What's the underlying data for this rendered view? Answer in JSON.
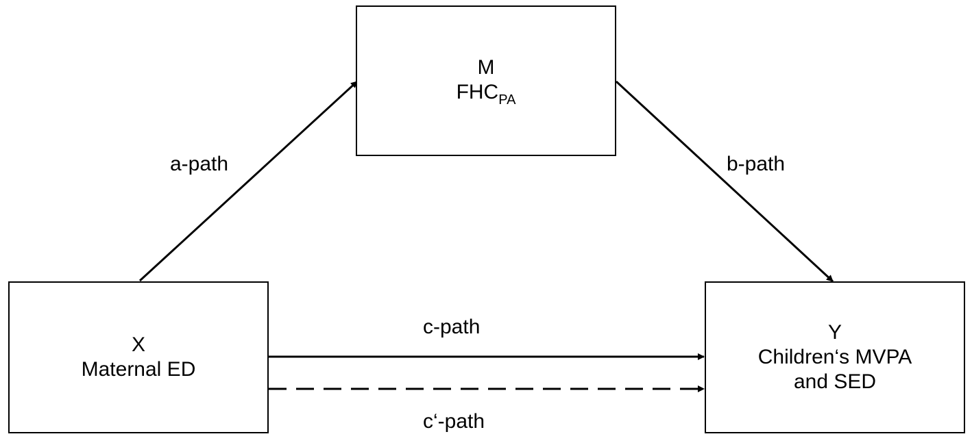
{
  "nodes": {
    "m": {
      "letter": "M",
      "name": "FHC",
      "name_subscript": "PA"
    },
    "x": {
      "letter": "X",
      "name": "Maternal ED"
    },
    "y": {
      "letter": "Y",
      "name_line1": "Children‘s MVPA",
      "name_line2": "and SED"
    }
  },
  "paths": {
    "a": "a-path",
    "b": "b-path",
    "c": "c-path",
    "c_prime": "c‘-path"
  },
  "colors": {
    "stroke": "#000000",
    "background": "#ffffff"
  }
}
